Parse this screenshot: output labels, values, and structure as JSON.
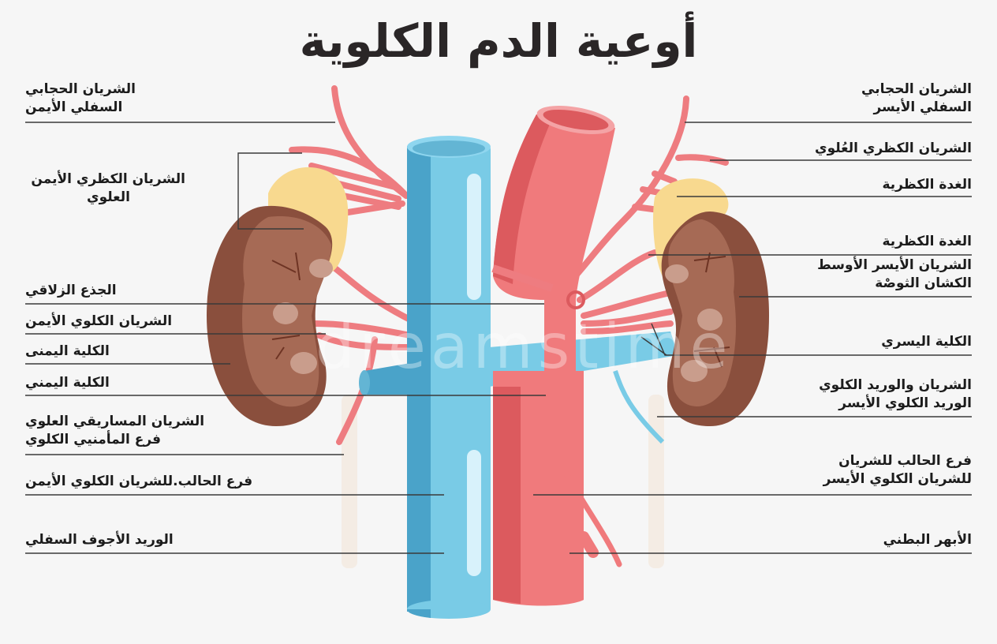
{
  "title": "أوعية الدم الكلوية",
  "colors": {
    "background": "#f6f6f6",
    "vein_light": "#79cbe6",
    "vein_dark": "#4aa3c9",
    "artery_light": "#f07a7c",
    "artery_dark": "#dc5a5e",
    "kidney_light": "#a66a55",
    "kidney_dark": "#8a4f3d",
    "adrenal": "#f8d98f",
    "leader_line": "#3a3a3a"
  },
  "labels_left": [
    {
      "line1": "الشريان الحجابي",
      "line2": "السفلي الأيمن"
    },
    {
      "line1": "الشريان الكظري الأيمن",
      "line2": "العلوي"
    },
    {
      "line1": "الجذع الزلاقي",
      "line2": ""
    },
    {
      "line1": "الشريان الكلوي الأيمن",
      "line2": ""
    },
    {
      "line1": "الكلية اليمنى",
      "line2": ""
    },
    {
      "line1": "الكلية اليمني",
      "line2": ""
    },
    {
      "line1": "الشريان المساريقي العلوي",
      "line2": "فرع المأمنيي الكلوي"
    },
    {
      "line1": "فرع الحالب.للشريان الكلوي الأيمن",
      "line2": ""
    },
    {
      "line1": "الوريد الأجوف السفلي",
      "line2": ""
    }
  ],
  "labels_right": [
    {
      "line1": "الشريان الحجابي",
      "line2": "السفلي الأيسر"
    },
    {
      "line1": "الشريان الكظري العُلوي",
      "line2": ""
    },
    {
      "line1": "الغدة الكظرية",
      "line2": ""
    },
    {
      "line1": "الغدة الكظرية",
      "line2": ""
    },
    {
      "line1": "الشريان الأيسر الأوسط",
      "line2": "الكشان الثوصْة"
    },
    {
      "line1": "الكلية اليسري",
      "line2": ""
    },
    {
      "line1": "الشريان والوريد الكلوي",
      "line2": "الوريد الكلوي الأيسر"
    },
    {
      "line1": "فرع الحالب للشريان",
      "line2": "للشريان الكلوي الأيسر"
    },
    {
      "line1": "الأبهر البطني",
      "line2": ""
    }
  ],
  "watermark": "dreamstime"
}
